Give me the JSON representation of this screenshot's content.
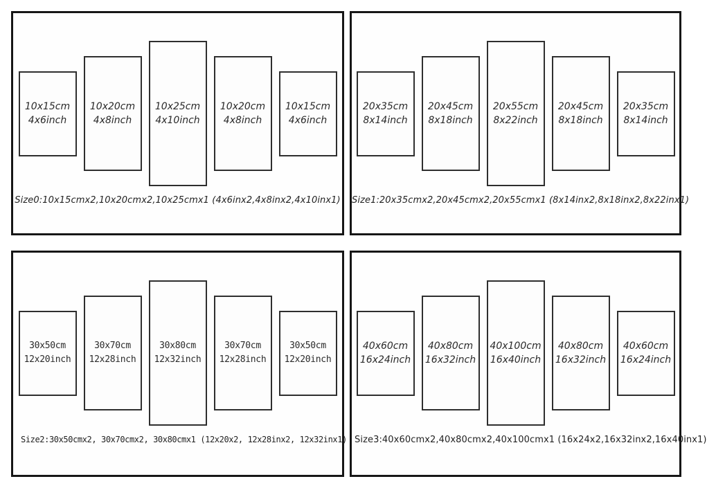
{
  "page": {
    "background": "#ffffff",
    "outer_border_color": "#161616",
    "panel_border_color": "#2e2e2e",
    "text_color": "#2a2a2a"
  },
  "groups": [
    {
      "name": "Size0",
      "caption": "Size0:10x15cmx2,10x20cmx2,10x25cmx1 (4x6inx2,4x8inx2,4x10inx1)",
      "panels": [
        {
          "cm": "10x15cm",
          "inch": "4x6inch"
        },
        {
          "cm": "10x20cm",
          "inch": "4x8inch"
        },
        {
          "cm": "10x25cm",
          "inch": "4x10inch"
        },
        {
          "cm": "10x20cm",
          "inch": "4x8inch"
        },
        {
          "cm": "10x15cm",
          "inch": "4x6inch"
        }
      ]
    },
    {
      "name": "Size1",
      "caption": "Size1:20x35cmx2,20x45cmx2,20x55cmx1 (8x14inx2,8x18inx2,8x22inx1)",
      "panels": [
        {
          "cm": "20x35cm",
          "inch": "8x14inch"
        },
        {
          "cm": "20x45cm",
          "inch": "8x18inch"
        },
        {
          "cm": "20x55cm",
          "inch": "8x22inch"
        },
        {
          "cm": "20x45cm",
          "inch": "8x18inch"
        },
        {
          "cm": "20x35cm",
          "inch": "8x14inch"
        }
      ]
    },
    {
      "name": "Size2",
      "caption": "Size2:30x50cmx2, 30x70cmx2, 30x80cmx1  (12x20x2, 12x28inx2, 12x32inx1)",
      "panels": [
        {
          "cm": "30x50cm",
          "inch": "12x20inch"
        },
        {
          "cm": "30x70cm",
          "inch": "12x28inch"
        },
        {
          "cm": "30x80cm",
          "inch": "12x32inch"
        },
        {
          "cm": "30x70cm",
          "inch": "12x28inch"
        },
        {
          "cm": "30x50cm",
          "inch": "12x20inch"
        }
      ]
    },
    {
      "name": "Size3",
      "caption": "Size3:40x60cmx2,40x80cmx2,40x100cmx1 (16x24x2,16x32inx2,16x40inx1)",
      "panels": [
        {
          "cm": "40x60cm",
          "inch": "16x24inch"
        },
        {
          "cm": "40x80cm",
          "inch": "16x32inch"
        },
        {
          "cm": "40x100cm",
          "inch": "16x40inch"
        },
        {
          "cm": "40x80cm",
          "inch": "16x32inch"
        },
        {
          "cm": "40x60cm",
          "inch": "16x24inch"
        }
      ]
    }
  ]
}
